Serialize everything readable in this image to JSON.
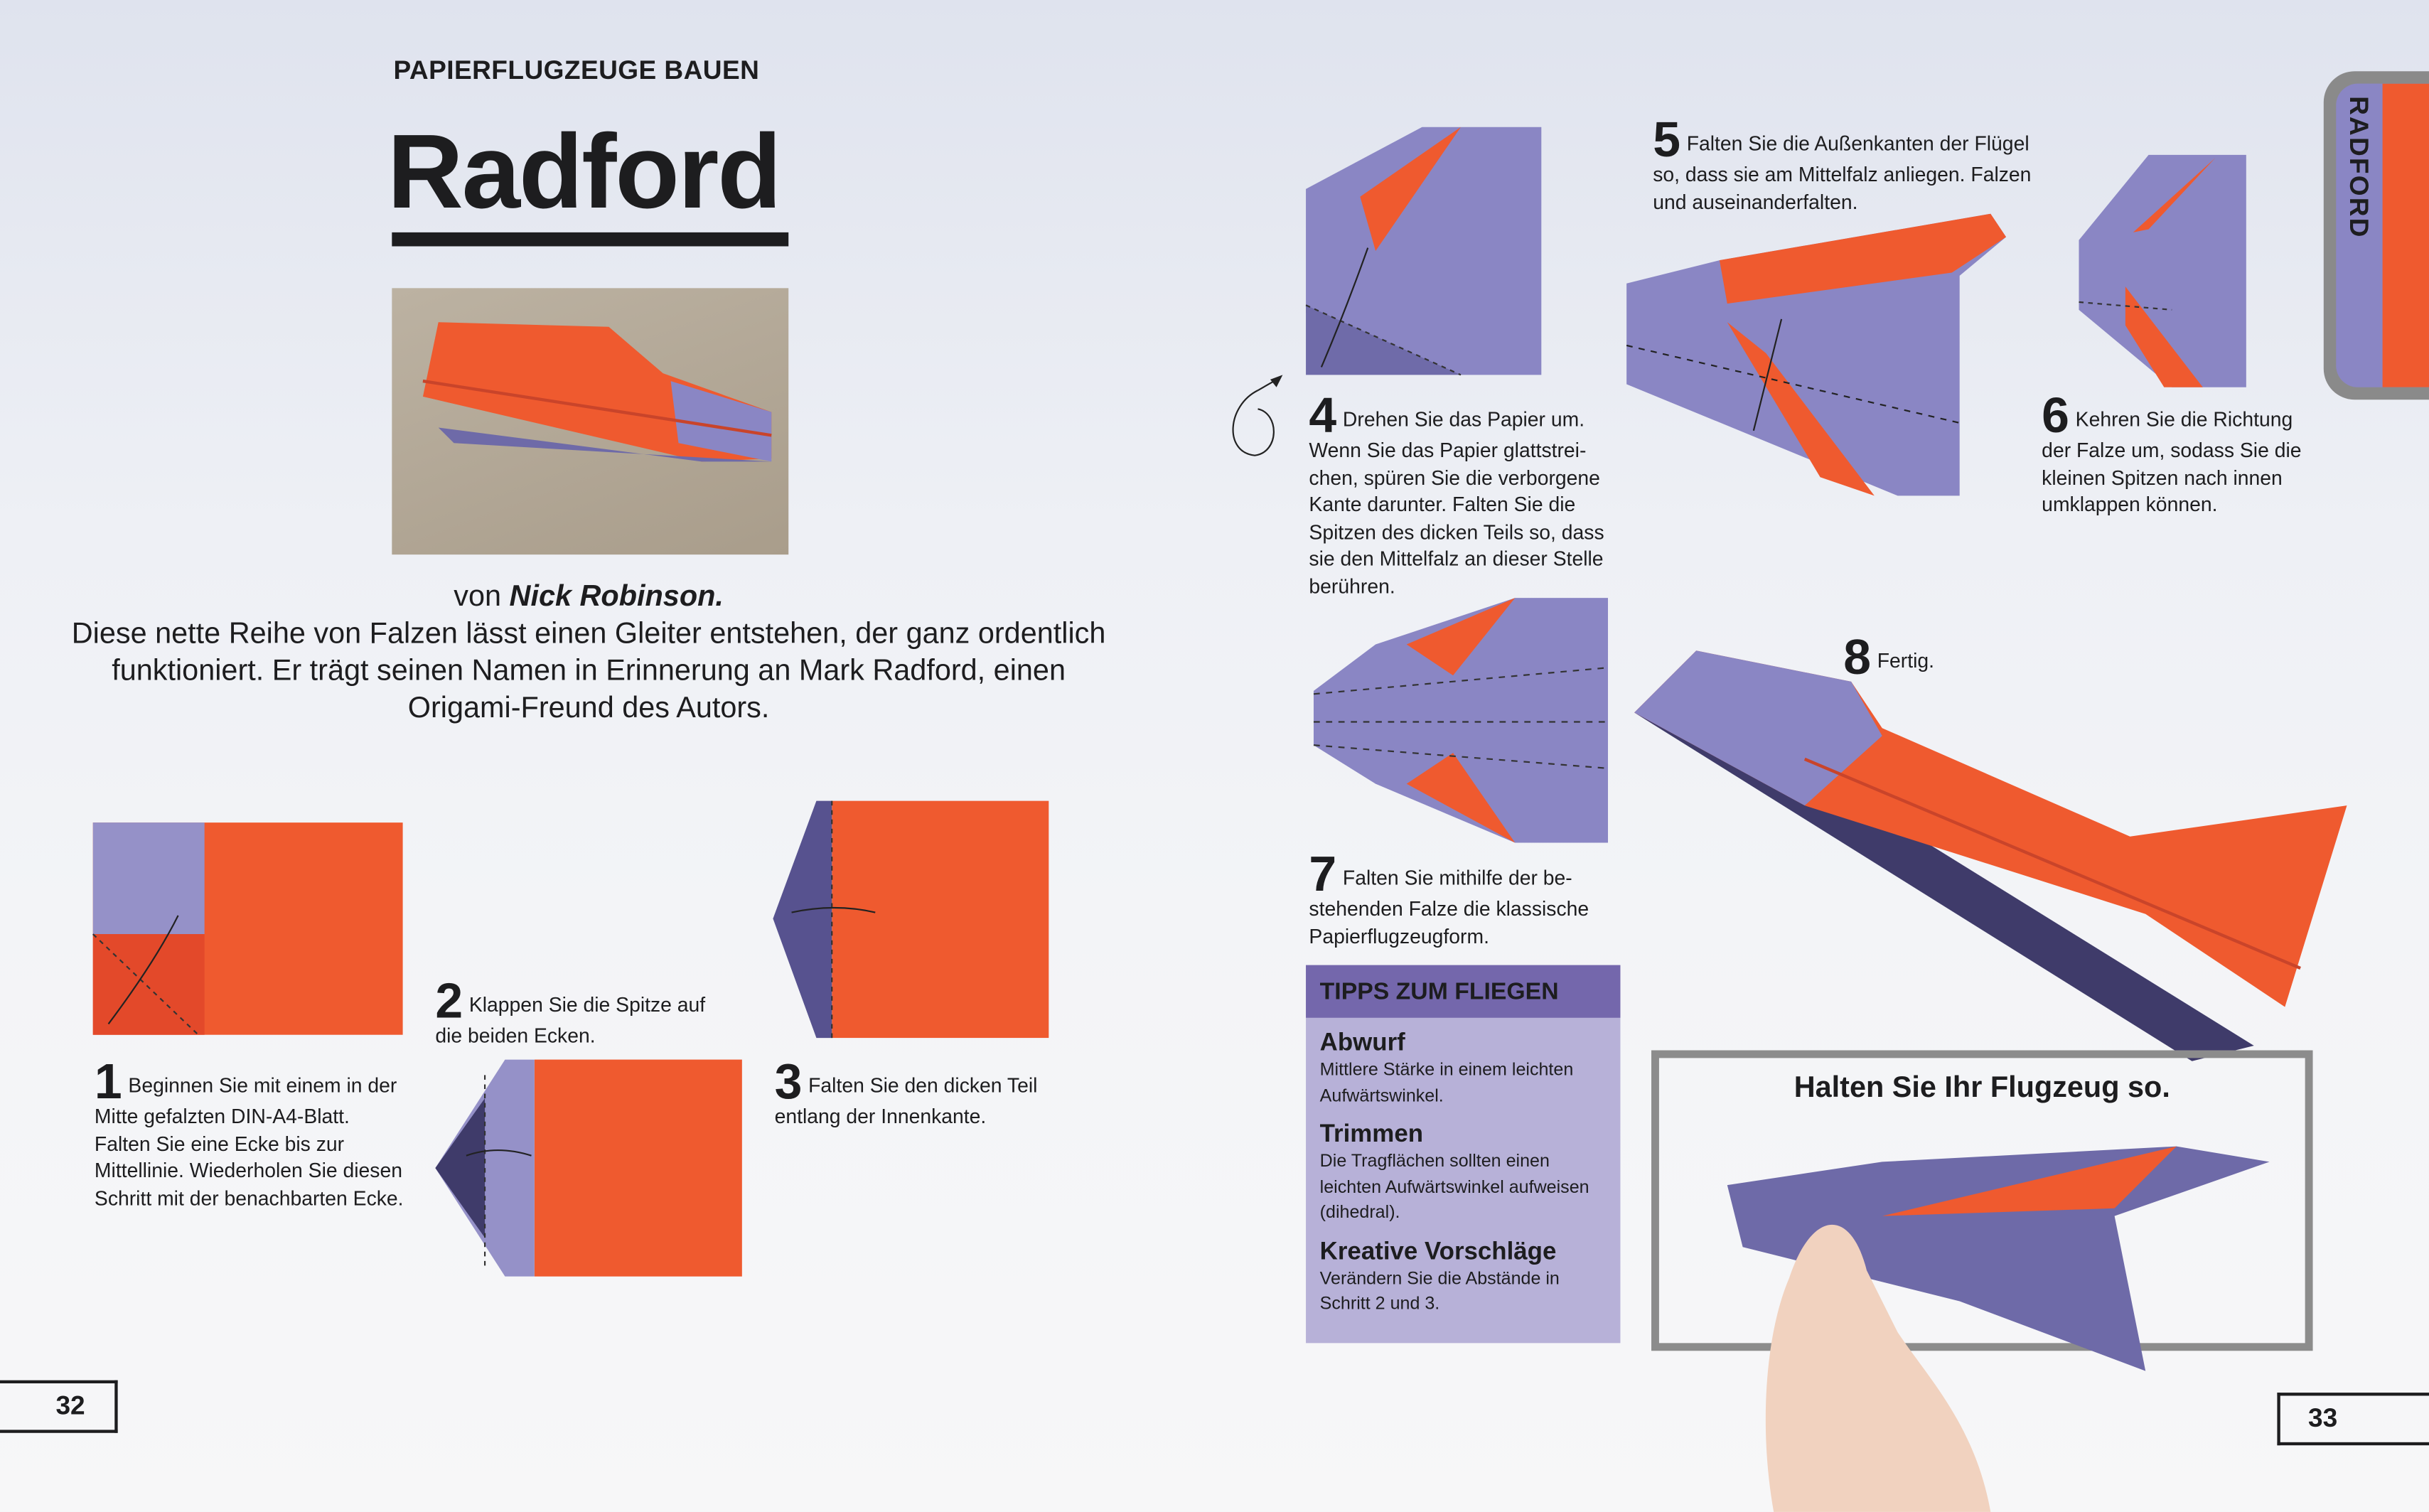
{
  "left_page": {
    "kicker": "PAPIERFLUGZEUGE BAUEN",
    "title": "Radford",
    "byline_prefix": "von ",
    "author": "Nick Robinson.",
    "intro": "Diese nette Reihe von Falzen lässt einen Gleiter entstehen, der ganz ordentlich funktioniert. Er trägt seinen Namen in Erinnerung an Mark Radford, einen Origami-Freund des Autors.",
    "page_number": "32"
  },
  "steps": [
    {
      "n": "1",
      "text": "Beginnen Sie mit einem in der Mitte gefalzten DIN-A4-Blatt. Falten Sie eine Ecke bis zur Mittellinie. Wiederholen Sie diesen Schritt mit der benach­barten Ecke."
    },
    {
      "n": "2",
      "text": "Klappen Sie die Spitze auf die beiden Ecken."
    },
    {
      "n": "3",
      "text": "Falten Sie den dicken Teil entlang der Innenkante."
    },
    {
      "n": "4",
      "text": "Drehen Sie das Papier um. Wenn Sie das Papier glattstrei­chen, spüren Sie die verborgene Kante darunter. Falten Sie die Spitzen des dicken Teils so, dass sie den Mittelfalz an dieser Stelle berühren."
    },
    {
      "n": "5",
      "text": "Falten Sie die Außenkanten der Flügel so, dass sie am Mittelfalz anliegen. Falzen und auseinander­falten."
    },
    {
      "n": "6",
      "text": "Kehren Sie die Richtung der Falze um, sodass Sie die kleinen Spitzen nach innen umklappen können."
    },
    {
      "n": "7",
      "text": "Falten Sie mithilfe der be­stehenden Falze die klassische Papierflugzeugform."
    },
    {
      "n": "8",
      "text": "Fertig."
    }
  ],
  "tips": {
    "heading": "TIPPS ZUM FLIEGEN",
    "items": [
      {
        "title": "Abwurf",
        "text": "Mittlere Stärke in einem leichten Aufwärtswinkel."
      },
      {
        "title": "Trimmen",
        "text": "Die Tragflächen sollten einen leichten Aufwärtswinkel aufweisen (dihedral)."
      },
      {
        "title": "Kreative Vorschläge",
        "text": "Verändern Sie die Abstände in Schritt 2 und 3."
      }
    ]
  },
  "hold_box": {
    "title": "Halten Sie Ihr Flugzeug so."
  },
  "right_page": {
    "tab_label": "RADFORD",
    "page_number": "33"
  },
  "colors": {
    "orange": "#ef5a2f",
    "purple": "#7f7bbd",
    "tips_header": "#7467ac",
    "tips_body": "#b7b1d8"
  }
}
